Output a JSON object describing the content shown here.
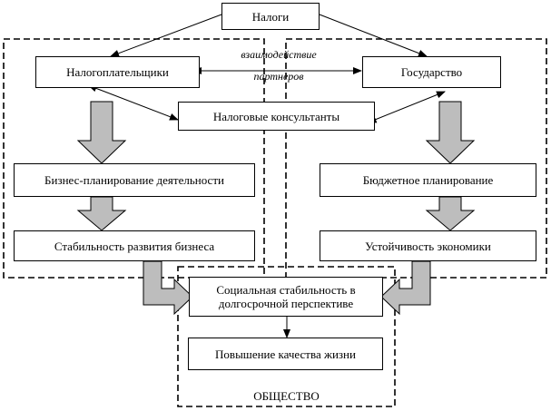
{
  "nodes": {
    "taxes": "Налоги",
    "taxpayers": "Налогоплательщики",
    "state": "Государство",
    "consultants": "Налоговые консультанты",
    "business_planning": "Бизнес-планирование деятельности",
    "budget_planning": "Бюджетное планирование",
    "business_stability": "Стабильность развития бизнеса",
    "economy_stability": "Устойчивость экономики",
    "social_stability": "Социальная стабильность в долгосрочной перспективе",
    "life_quality": "Повышение качества жизни"
  },
  "labels": {
    "interaction_line1": "взаимодействие",
    "interaction_line2": "партнеров",
    "society": "ОБЩЕСТВО"
  }
}
